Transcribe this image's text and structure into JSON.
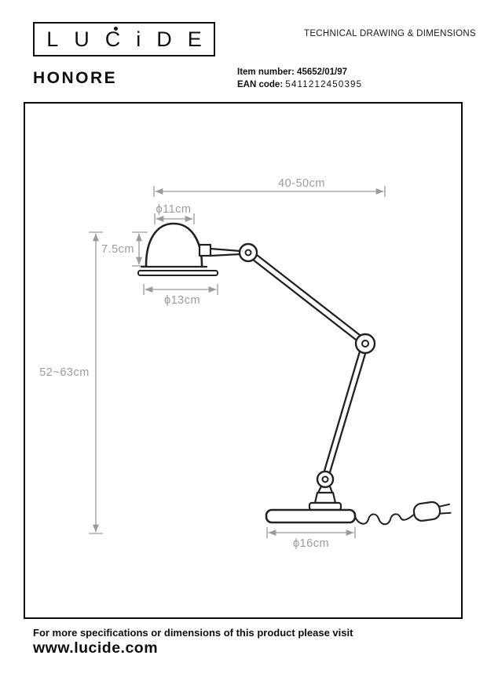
{
  "header": {
    "logo_text": "LUCiDE",
    "tagline": "TECHNICAL DRAWING & DIMENSIONS",
    "product_name": "HONORE",
    "item_number_label": "Item number:",
    "item_number_value": "45652/01/97",
    "ean_label": "EAN code:",
    "ean_value": "5411212450395"
  },
  "drawing": {
    "dimensions": {
      "arm_length": "40-50cm",
      "shade_top_diameter": "ϕ11cm",
      "shade_height": "7.5cm",
      "shade_diameter": "ϕ13cm",
      "overall_height": "52~63cm",
      "base_diameter": "ϕ16cm"
    }
  },
  "footer": {
    "note": "For more specifications or dimensions of this product please visit",
    "website": "www.lucide.com"
  },
  "colors": {
    "dimension_gray": "#9b9b9b",
    "line_black": "#222222"
  }
}
